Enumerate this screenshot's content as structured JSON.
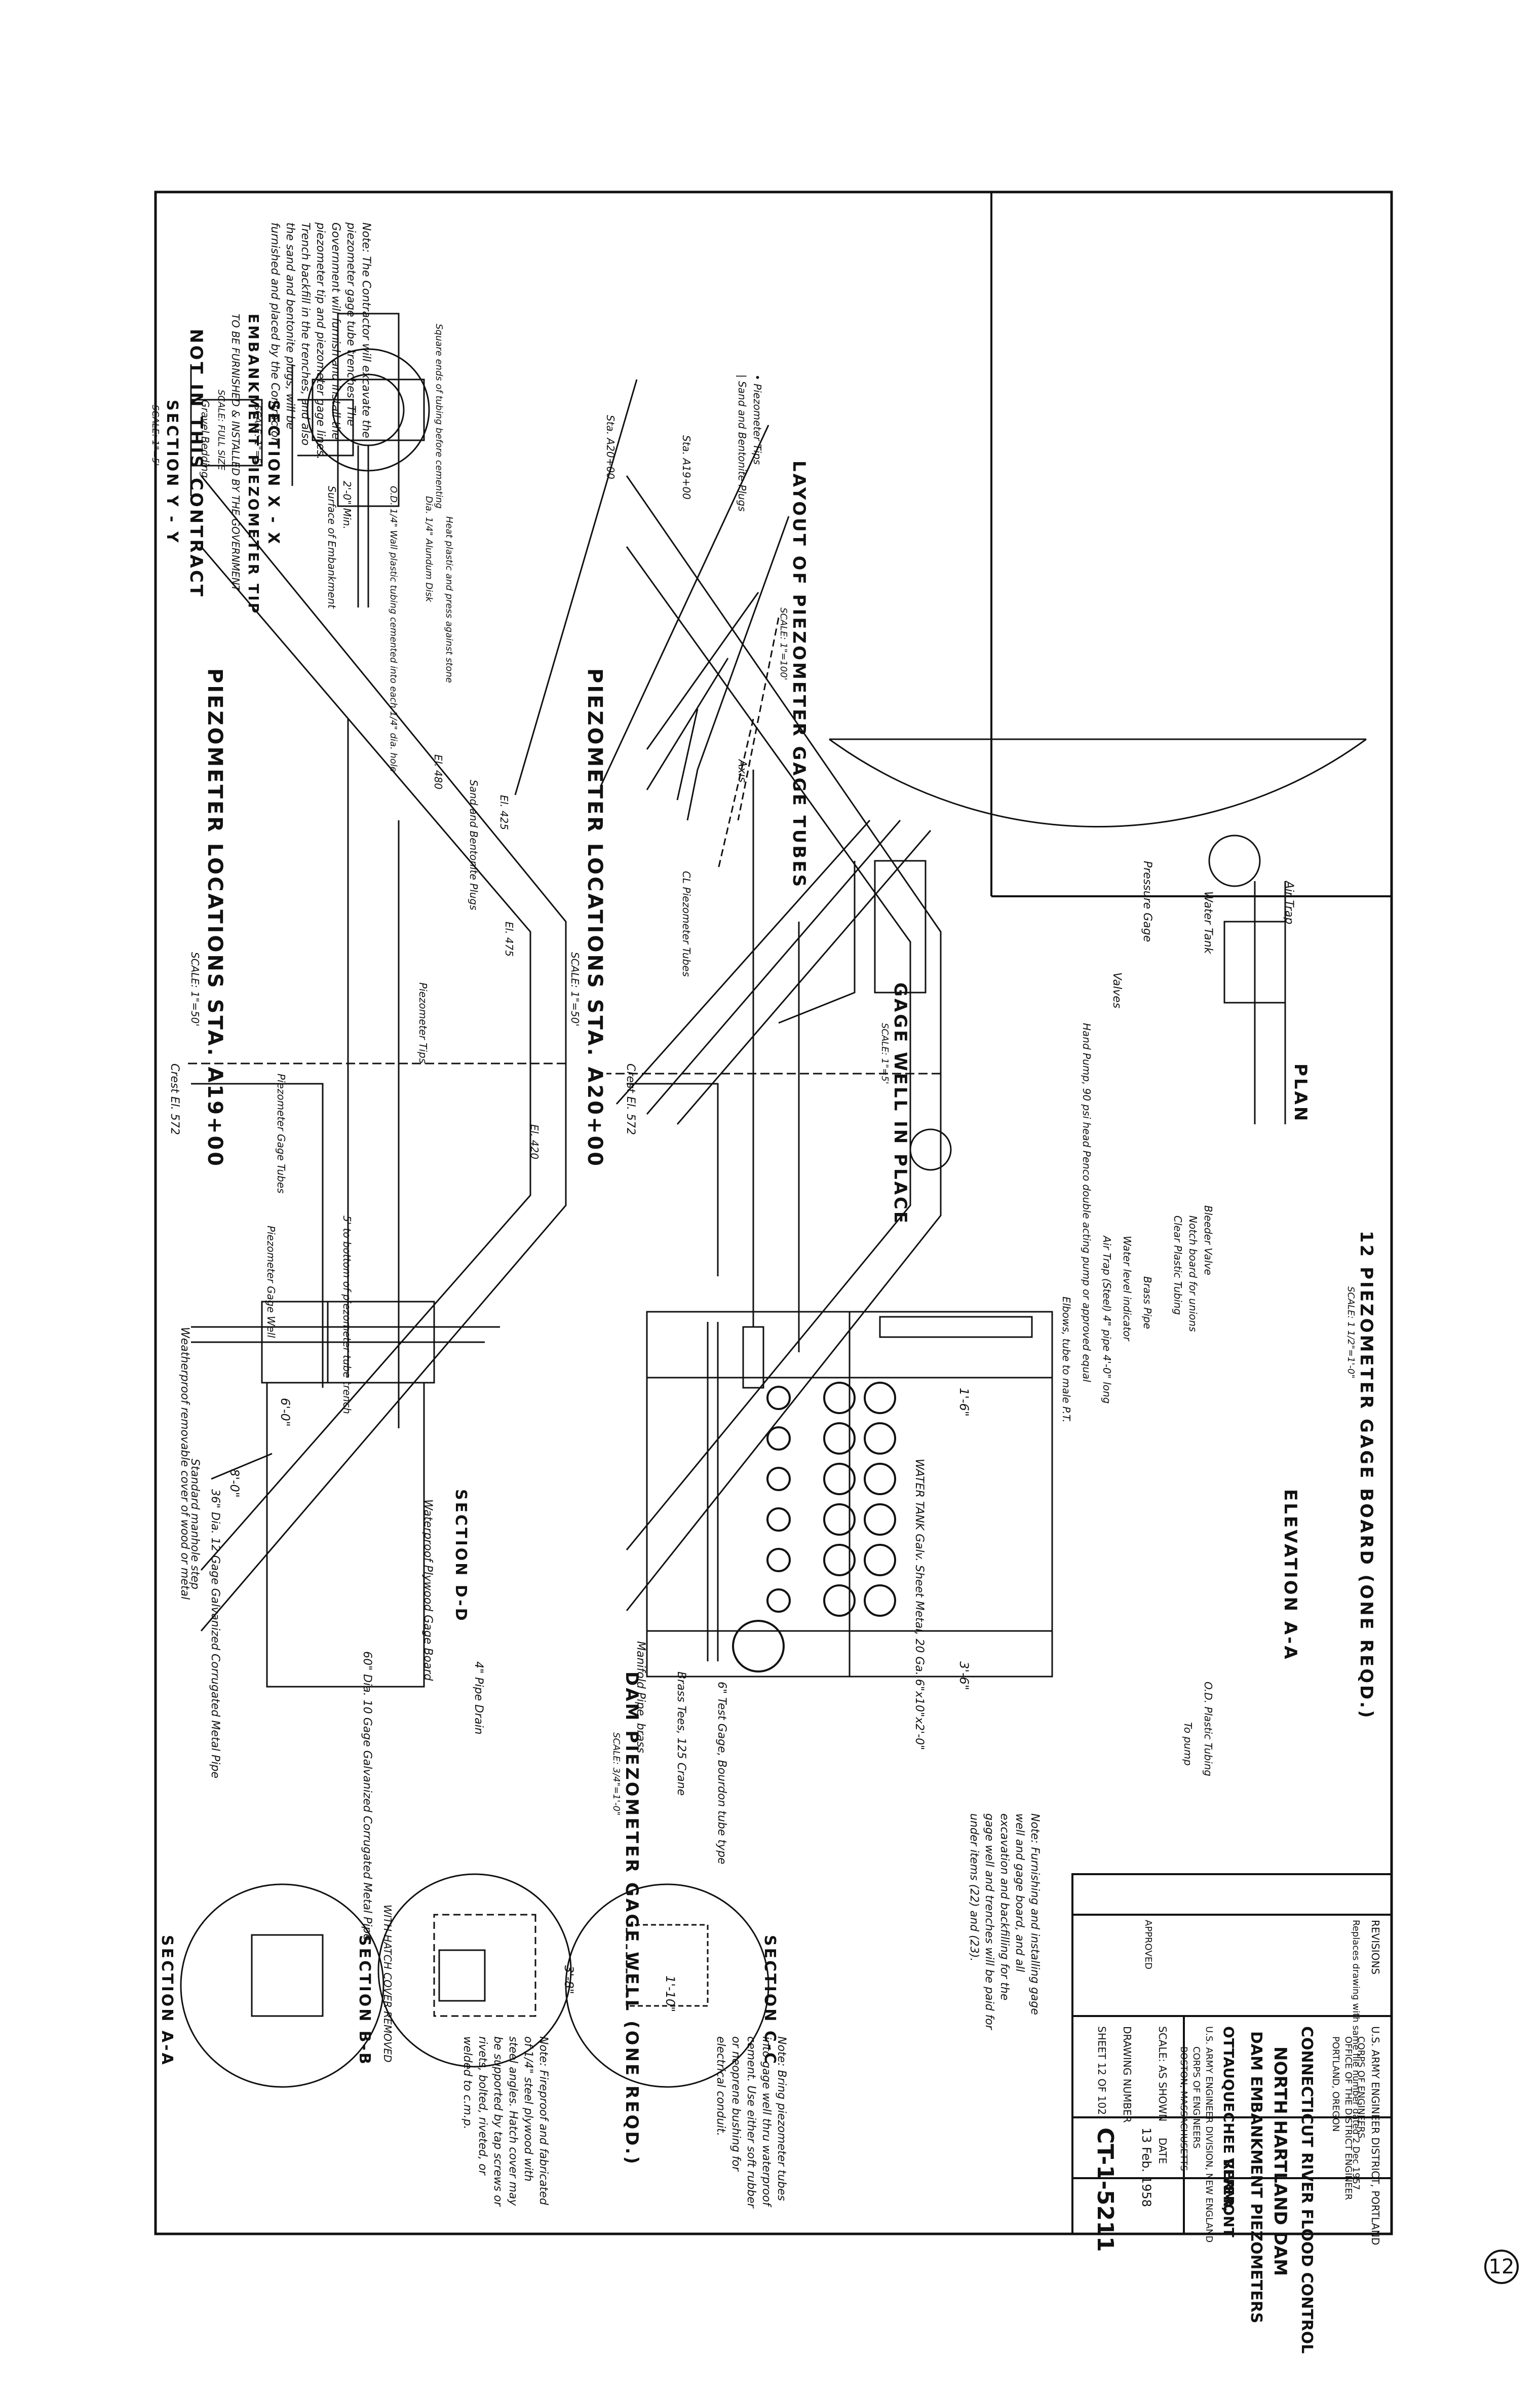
{
  "sheet": {
    "number_circle": "12",
    "drawing_number": "CT-1-5211",
    "sheet_of": "SHEET 12 OF 102"
  },
  "title_block": {
    "agency_1": "U.S. ARMY ENGINEER DISTRICT, PORTLAND",
    "agency_2": "CORPS OF ENGINEERS",
    "agency_3": "OFFICE OF THE DISTRICT ENGINEER",
    "agency_4": "PORTLAND, OREGON",
    "project": "CONNECTICUT RIVER FLOOD CONTROL",
    "dam": "NORTH HARTLAND DAM",
    "title": "DAM EMBANKMENT PIEZOMETERS",
    "river": "OTTAUQUECHEE RIVER,",
    "state": "VERMONT",
    "division": "U.S. ARMY ENGINEER DIVISION, NEW ENGLAND",
    "division_2": "CORPS OF ENGINEERS",
    "division_3": "BOSTON, MASSACHUSETTS",
    "scale": "SCALE: AS SHOWN",
    "date": "13 Feb. 1958",
    "drawing_number_label": "DRAWING NUMBER",
    "revision_note": "Replaces drawing with same file number dated 2 Dec 1957",
    "revisions_label": "REVISIONS",
    "date_label": "DATE",
    "approved_label": "APPROVED"
  },
  "views": {
    "sta_a19": "PIEZOMETER LOCATIONS STA. A19+00",
    "sta_a19_scale": "SCALE: 1\"=50'",
    "sta_a20": "PIEZOMETER LOCATIONS STA. A20+00",
    "sta_a20_scale": "SCALE: 1\"=50'",
    "section_yy": "SECTION Y - Y",
    "section_yy_scale": "SCALE: 1\"=5'",
    "section_xx": "SECTION X - X",
    "section_xx_scale": "SCALE: 1\"=5'",
    "layout": "LAYOUT OF PIEZOMETER GAGE TUBES",
    "layout_scale": "SCALE: 1\"=100'",
    "gage_well_in_place": "GAGE WELL IN PLACE",
    "gage_well_in_place_scale": "SCALE: 1\"=5'",
    "gage_board": "12 PIEZOMETER GAGE BOARD (ONE REQD.)",
    "gage_board_scale": "SCALE: 1 1/2\"=1'-0\"",
    "plan": "PLAN",
    "elevation_aa": "ELEVATION A-A",
    "dam_gage_well": "DAM PIEZOMETER GAGE WELL (ONE REQD.)",
    "dam_gage_well_scale": "SCALE: 3/4\"=1'-0\"",
    "section_dd": "SECTION D-D",
    "section_aa": "SECTION A-A",
    "section_bb": "SECTION B-B",
    "section_bb_sub": "WITH HATCH COVER REMOVED",
    "section_cc": "SECTION C-C",
    "tip_title": "EMBANKMENT PIEZOMETER TIP",
    "tip_sub": "TO BE FURNISHED & INSTALLED BY THE GOVERNMENT",
    "tip_scale": "SCALE: FULL SIZE",
    "not_in_contract": "NOT IN THIS CONTRACT"
  },
  "notes": {
    "trench_note": "Note: The Contractor will excavate the piezometer gage tube trenches. The Government will furnish and install the piezometer tip and piezometer gage lines. Trench backfill in the trenches, and also the sand and bentonite plugs, will be furnished and placed by the Contractor.",
    "hatch_note": "Note: Fireproof and fabricated of 1/4\" steel plywood with steel angles. Hatch cover may be supported by tap screws or rivets, bolted, riveted, or welded to c.m.p.",
    "payment_note": "Note: Furnishing and installing gage well and gage board, and all excavation and backfilling for the gage well and trenches will be paid for under items (22) and (23).",
    "tubing_note": "Note: Bring piezometer tubes into gage well thru waterproof cement. Use either soft rubber or neoprene bushing for electrical conduit."
  },
  "labels": {
    "crest": "Crest El. 572",
    "el_480": "El. 480",
    "el_425": "El. 425",
    "el_475": "El. 475",
    "el_420": "El. 420",
    "sand_bentonite": "Sand and Bentonite Plugs",
    "piezometer_tips": "Piezometer Tips",
    "piezometer_gage_tubes": "Piezometer Gage Tubes",
    "gage_well": "Piezometer Gage Well",
    "trench": "5' to bottom of piezometer tube trench",
    "gravel_bedding": "Gravel Bedding",
    "surface_embankment": "Surface of Embankment",
    "min_2_0": "2'-0\" Min.",
    "legend_tips": "• Piezometer Tips",
    "legend_plugs": "| Sand and Bentonite Plugs",
    "axis": "Axis",
    "sta_a19": "Sta. A19+00",
    "sta_a20": "Sta. A20+00",
    "cl_tubes": "CL Piezometer Tubes",
    "air_trap": "Air Trap",
    "water_tank_label": "Water Tank",
    "pressure_gage": "Pressure Gage",
    "valves": "Valves",
    "hand_pump": "Hand Pump, 90 psi head Penco double acting pump or approved equal",
    "water_tank": "WATER TANK Galv. Sheet Metal, 20 Ga. 6\"x10\"x2'-0\"",
    "manifold": "Manifold Pipe, brass",
    "brass_tees": "Brass Tees, 125 Crane",
    "gage_6in": "6\" Test Gage, Bourdon tube type",
    "weatherproof": "Weatherproof removable cover of wood or metal",
    "manhole": "Standard manhole step",
    "cmp_36": "36\" Dia. 12 Gage Galvanized Corrugated Metal Pipe",
    "cmp_60": "60\" Dia. 10 Gage Galvanized Corrugated Metal Pipe",
    "plywood": "Waterproof Plywood Gage Board",
    "pipe_drain": "4\" Pipe Drain",
    "dim_8_0": "8'-0\"",
    "dim_6_0": "6'-0\"",
    "dim_3_6": "3'-6\"",
    "dim_1_6": "1'-6\"",
    "dim_3_8": "3'-8\"",
    "dim_1_10": "1'-10\"",
    "air_trap_steel": "Air Trap (Steel) 4\" pipe 4'-0\" long",
    "water_level": "Water level indicator",
    "brass_pipe": "Brass Pipe",
    "elbows": "Elbows, tube to male P.T.",
    "clear_tubing": "Clear Plastic Tubing",
    "notch_board": "Notch board for unions",
    "bleeder": "Bleeder Valve",
    "to_pump": "To pump",
    "od_plastic": "O.D. Plastic Tubing",
    "tip_tubing": "O.D. 1/4\" Wall plastic tubing cemented into each 1/4\" dia. hole",
    "tip_disk": "Dia. 1/4\" Alundum Disk",
    "tip_cement": "Heat plastic and press against stone",
    "tip_square": "Square ends of tubing before cementing"
  }
}
